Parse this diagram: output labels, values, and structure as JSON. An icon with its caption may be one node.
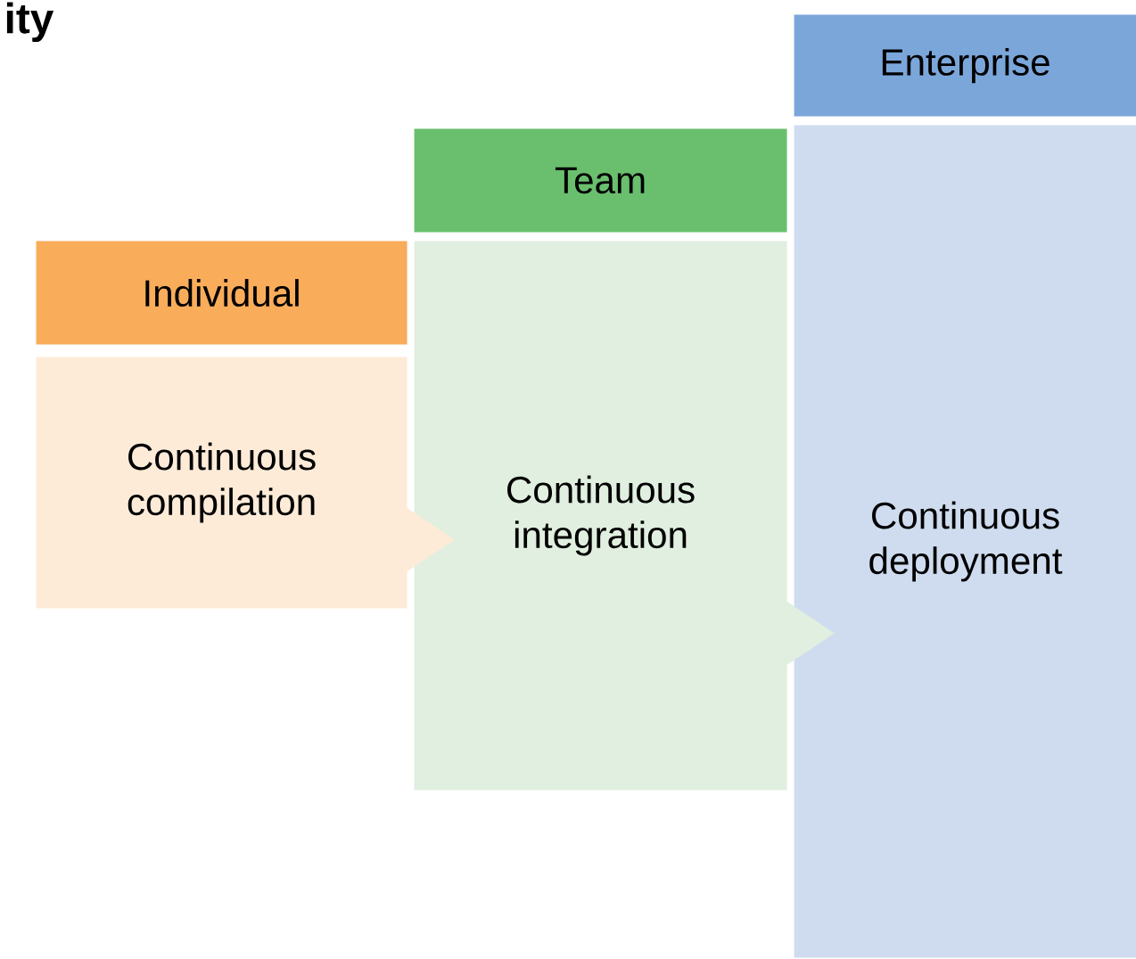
{
  "diagram": {
    "title": "ity",
    "nodes": [
      {
        "text": [
          "Individual"
        ]
      },
      {
        "text": [
          "Continuous compilation"
        ]
      },
      {
        "text": [
          "Team"
        ]
      },
      {
        "text": [
          "Continuous integration"
        ]
      },
      {
        "text": [
          "Enterprise"
        ]
      },
      {
        "text": [
          "Continuous deployment"
        ]
      }
    ],
    "edges": [
      {
        "from": 1,
        "to": 3,
        "arrow": "to"
      },
      {
        "from": 3,
        "to": 5,
        "arrow": "to"
      }
    ]
  }
}
